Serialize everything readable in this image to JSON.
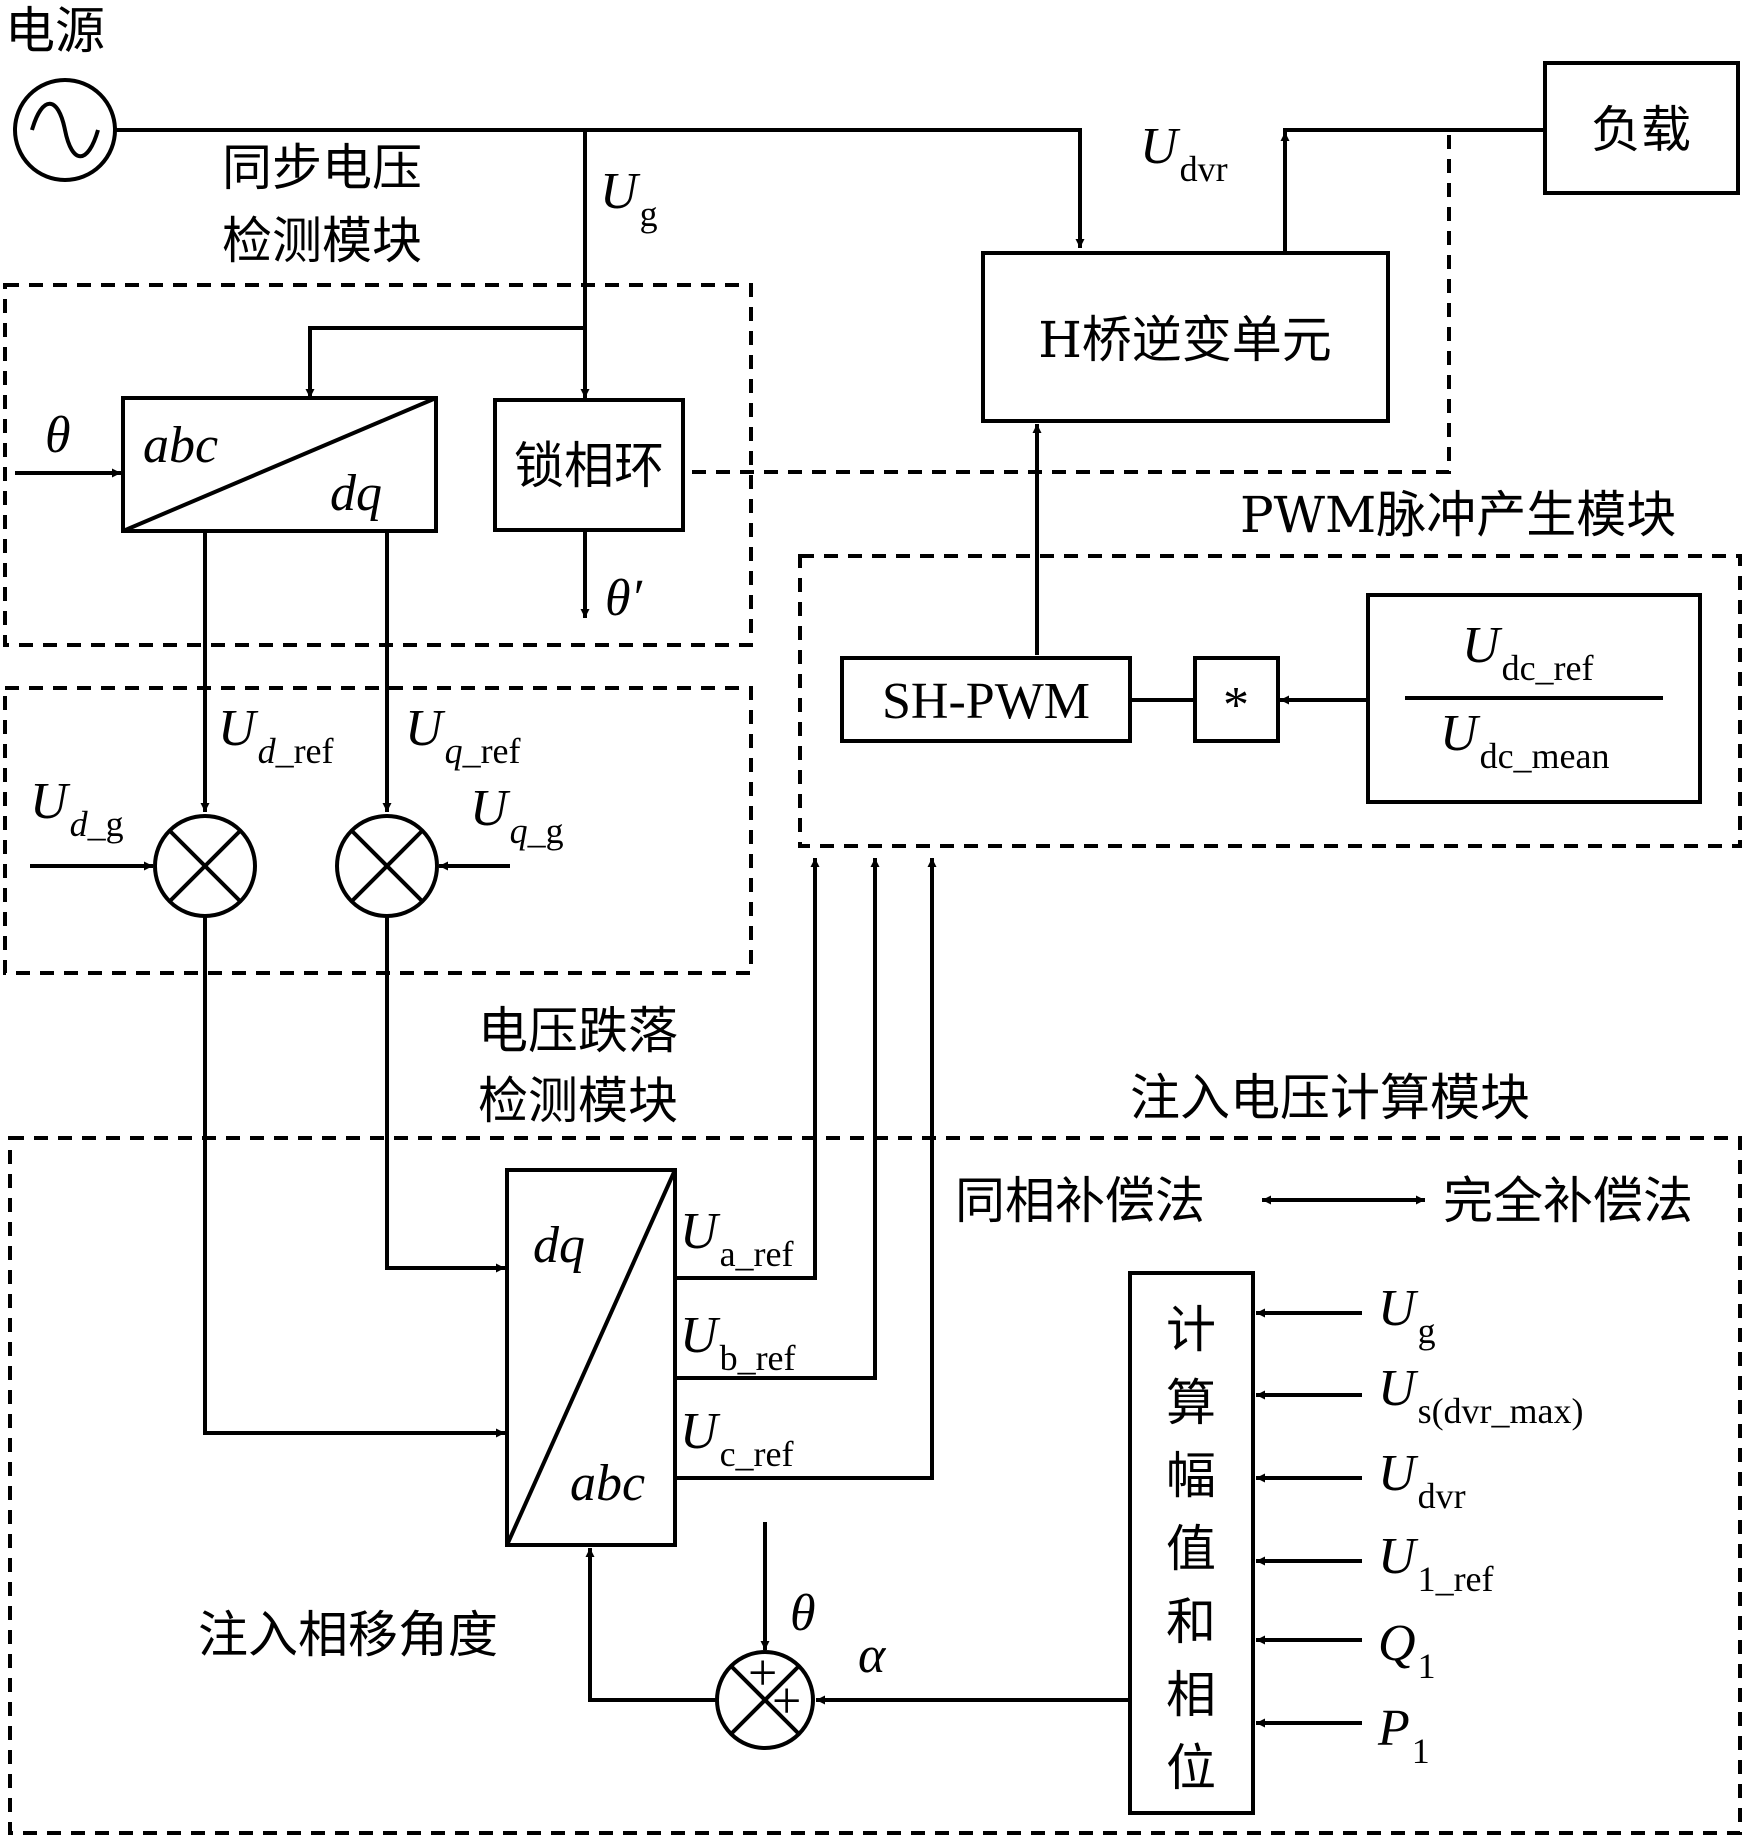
{
  "labels": {
    "source": "电源",
    "sync_module_l1": "同步电压",
    "sync_module_l2": "检测模块",
    "sag_module_l1": "电压跌落",
    "sag_module_l2": "检测模块",
    "pwm_module": "PWM脉冲产生模块",
    "inject_module": "注入电压计算模块",
    "phase_shift": "注入相移角度",
    "same_phase": "同相补偿法",
    "full_comp": "完全补偿法"
  },
  "blocks": {
    "load": "负载",
    "hbridge": "H桥逆变单元",
    "pll": "锁相环",
    "shpwm": "SH-PWM",
    "multiplier": "*",
    "park_in": "abc",
    "park_out": "dq",
    "ipark_in": "dq",
    "ipark_out": "abc",
    "calc_chars": [
      "计",
      "算",
      "幅",
      "值",
      "和",
      "相",
      "位"
    ]
  },
  "signals": {
    "u": "U",
    "dvr_sub": "dvr",
    "g_sub": "g",
    "theta": "θ",
    "theta_prime": "θ′",
    "alpha": "α",
    "ud_ref_sub1": "d",
    "ud_ref_sub2": "_ref",
    "uq_ref_sub1": "q",
    "uq_ref_sub2": "_ref",
    "udg_sub1": "d",
    "udg_sub2": "_g",
    "uqg_sub1": "q",
    "uqg_sub2": "_g",
    "ua_ref_sub": "a_ref",
    "ub_ref_sub": "b_ref",
    "uc_ref_sub": "c_ref",
    "dc_ref_sub": "dc_ref",
    "dc_mean_sub": "dc_mean",
    "smax_sub": "s(dvr_max)",
    "u1_sub": "1_ref",
    "q": "Q",
    "q_sub": "1",
    "p": "P",
    "p_sub": "1",
    "plus": "+"
  }
}
